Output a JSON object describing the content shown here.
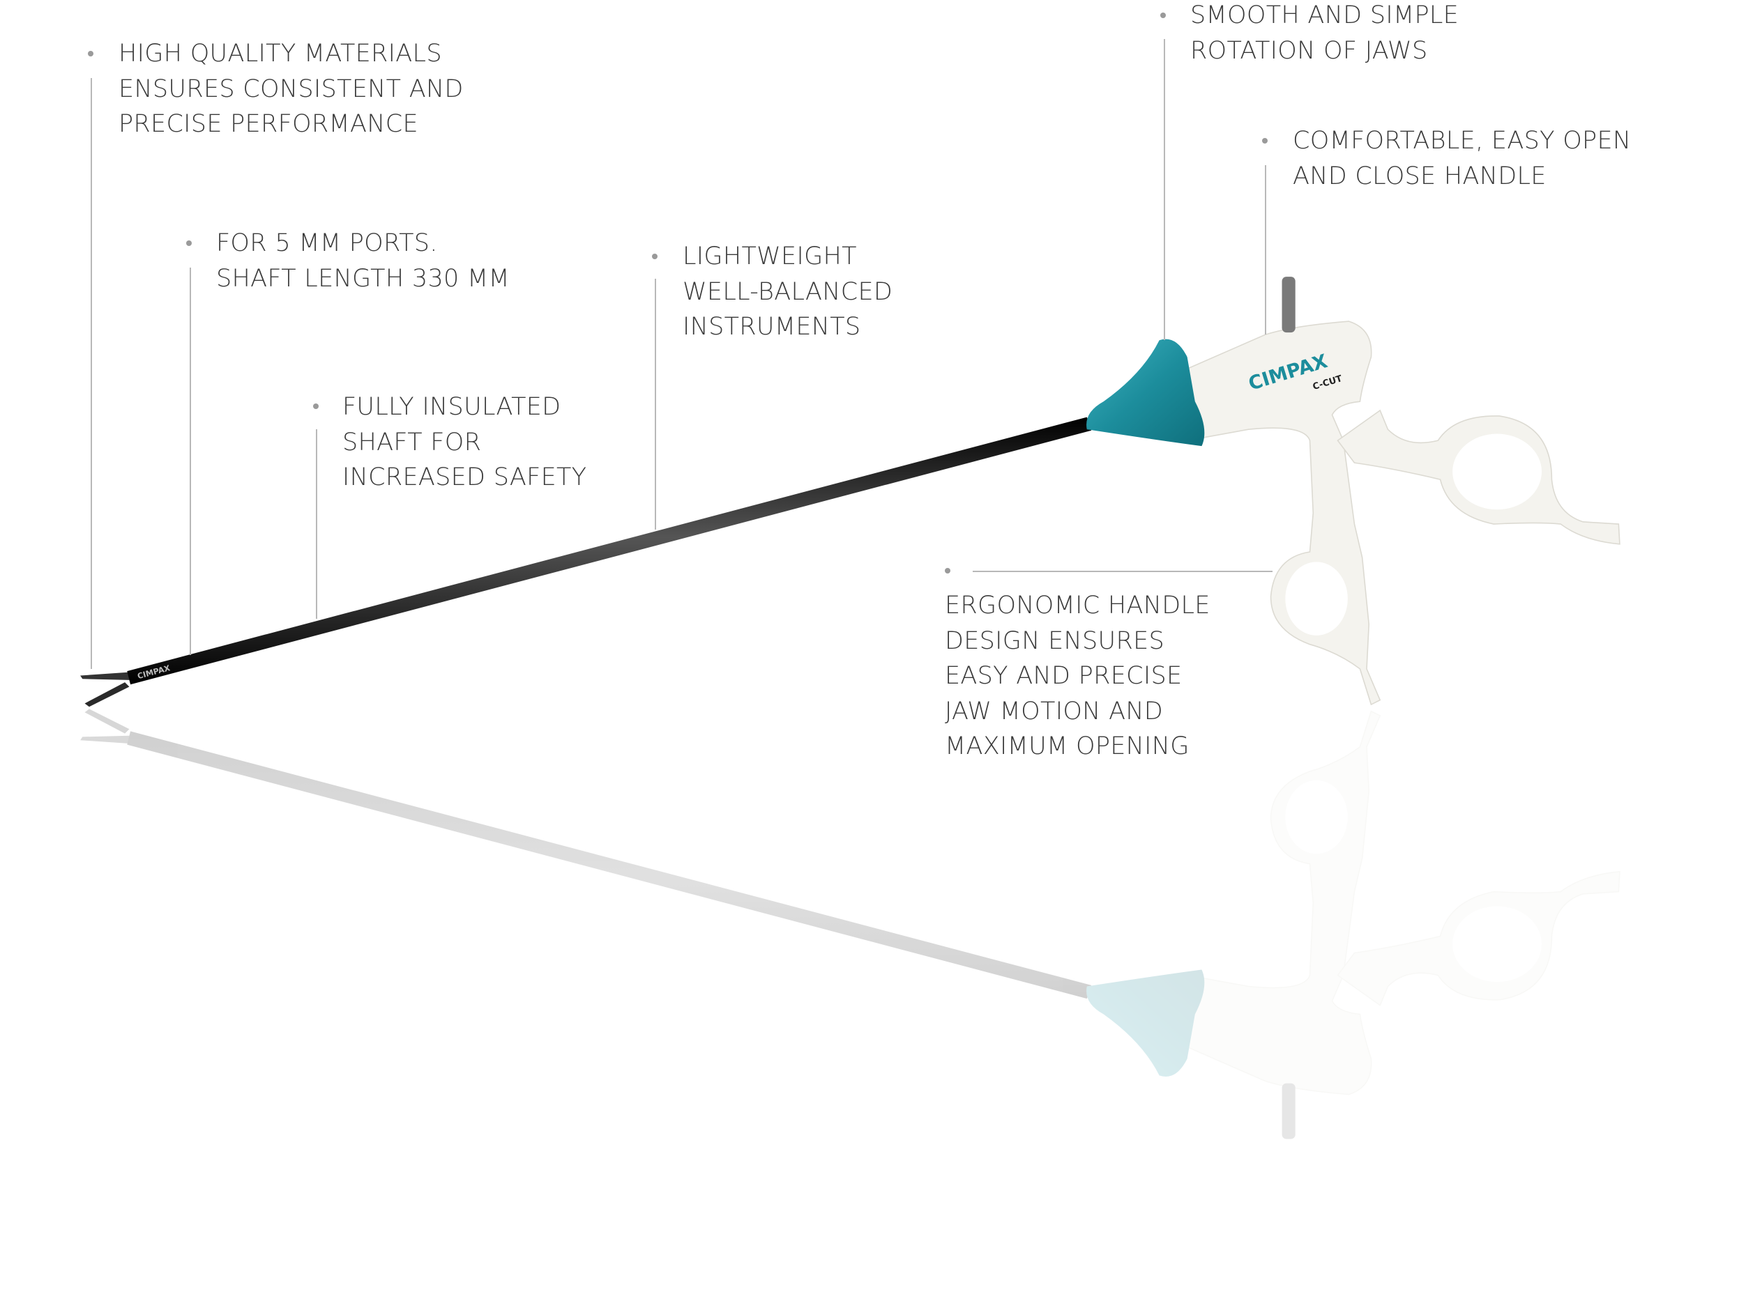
{
  "product": {
    "brand_logo": "CIMPAX",
    "model_logo": "C-CUT",
    "shaft_marking": "CIMPAX",
    "colors": {
      "accent": "#1c8d9c",
      "shaft": "#151515",
      "handle": "#f4f3ee",
      "text": "#3a3a3a"
    }
  },
  "callouts": [
    {
      "lines": [
        "HIGH QUALITY MATERIALS",
        "ENSURES CONSISTENT AND",
        "PRECISE PERFORMANCE"
      ]
    },
    {
      "lines": [
        "FOR 5 MM PORTS.",
        "SHAFT LENGTH 330 MM"
      ]
    },
    {
      "lines": [
        "FULLY INSULATED",
        "SHAFT FOR",
        "INCREASED SAFETY"
      ]
    },
    {
      "lines": [
        "LIGHTWEIGHT",
        "WELL-BALANCED",
        "INSTRUMENTS"
      ]
    },
    {
      "lines": [
        "SMOOTH AND SIMPLE",
        "ROTATION OF JAWS"
      ]
    },
    {
      "lines": [
        "COMFORTABLE, EASY OPEN",
        "AND CLOSE HANDLE"
      ]
    },
    {
      "lines": [
        "ERGONOMIC HANDLE",
        "DESIGN ENSURES",
        "EASY AND PRECISE",
        "JAW MOTION AND",
        "MAXIMUM OPENING"
      ]
    }
  ]
}
